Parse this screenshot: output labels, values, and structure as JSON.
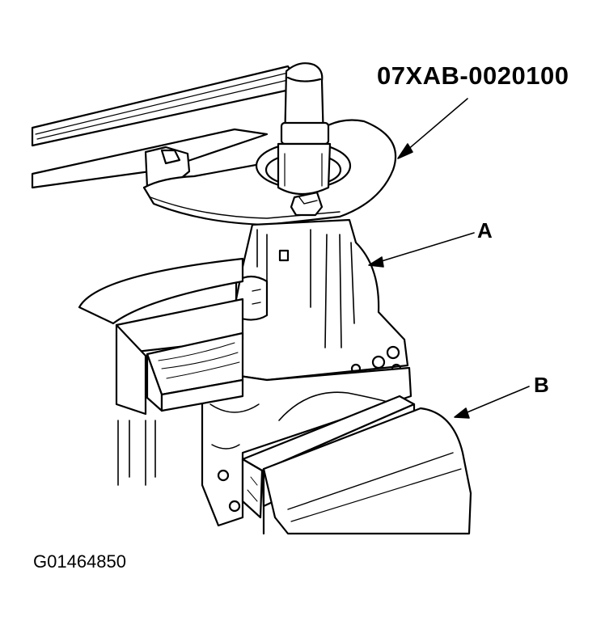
{
  "figure": {
    "tool_number": "07XAB-0020100",
    "callout_a": "A",
    "callout_b": "B",
    "figure_id": "G01464850"
  }
}
